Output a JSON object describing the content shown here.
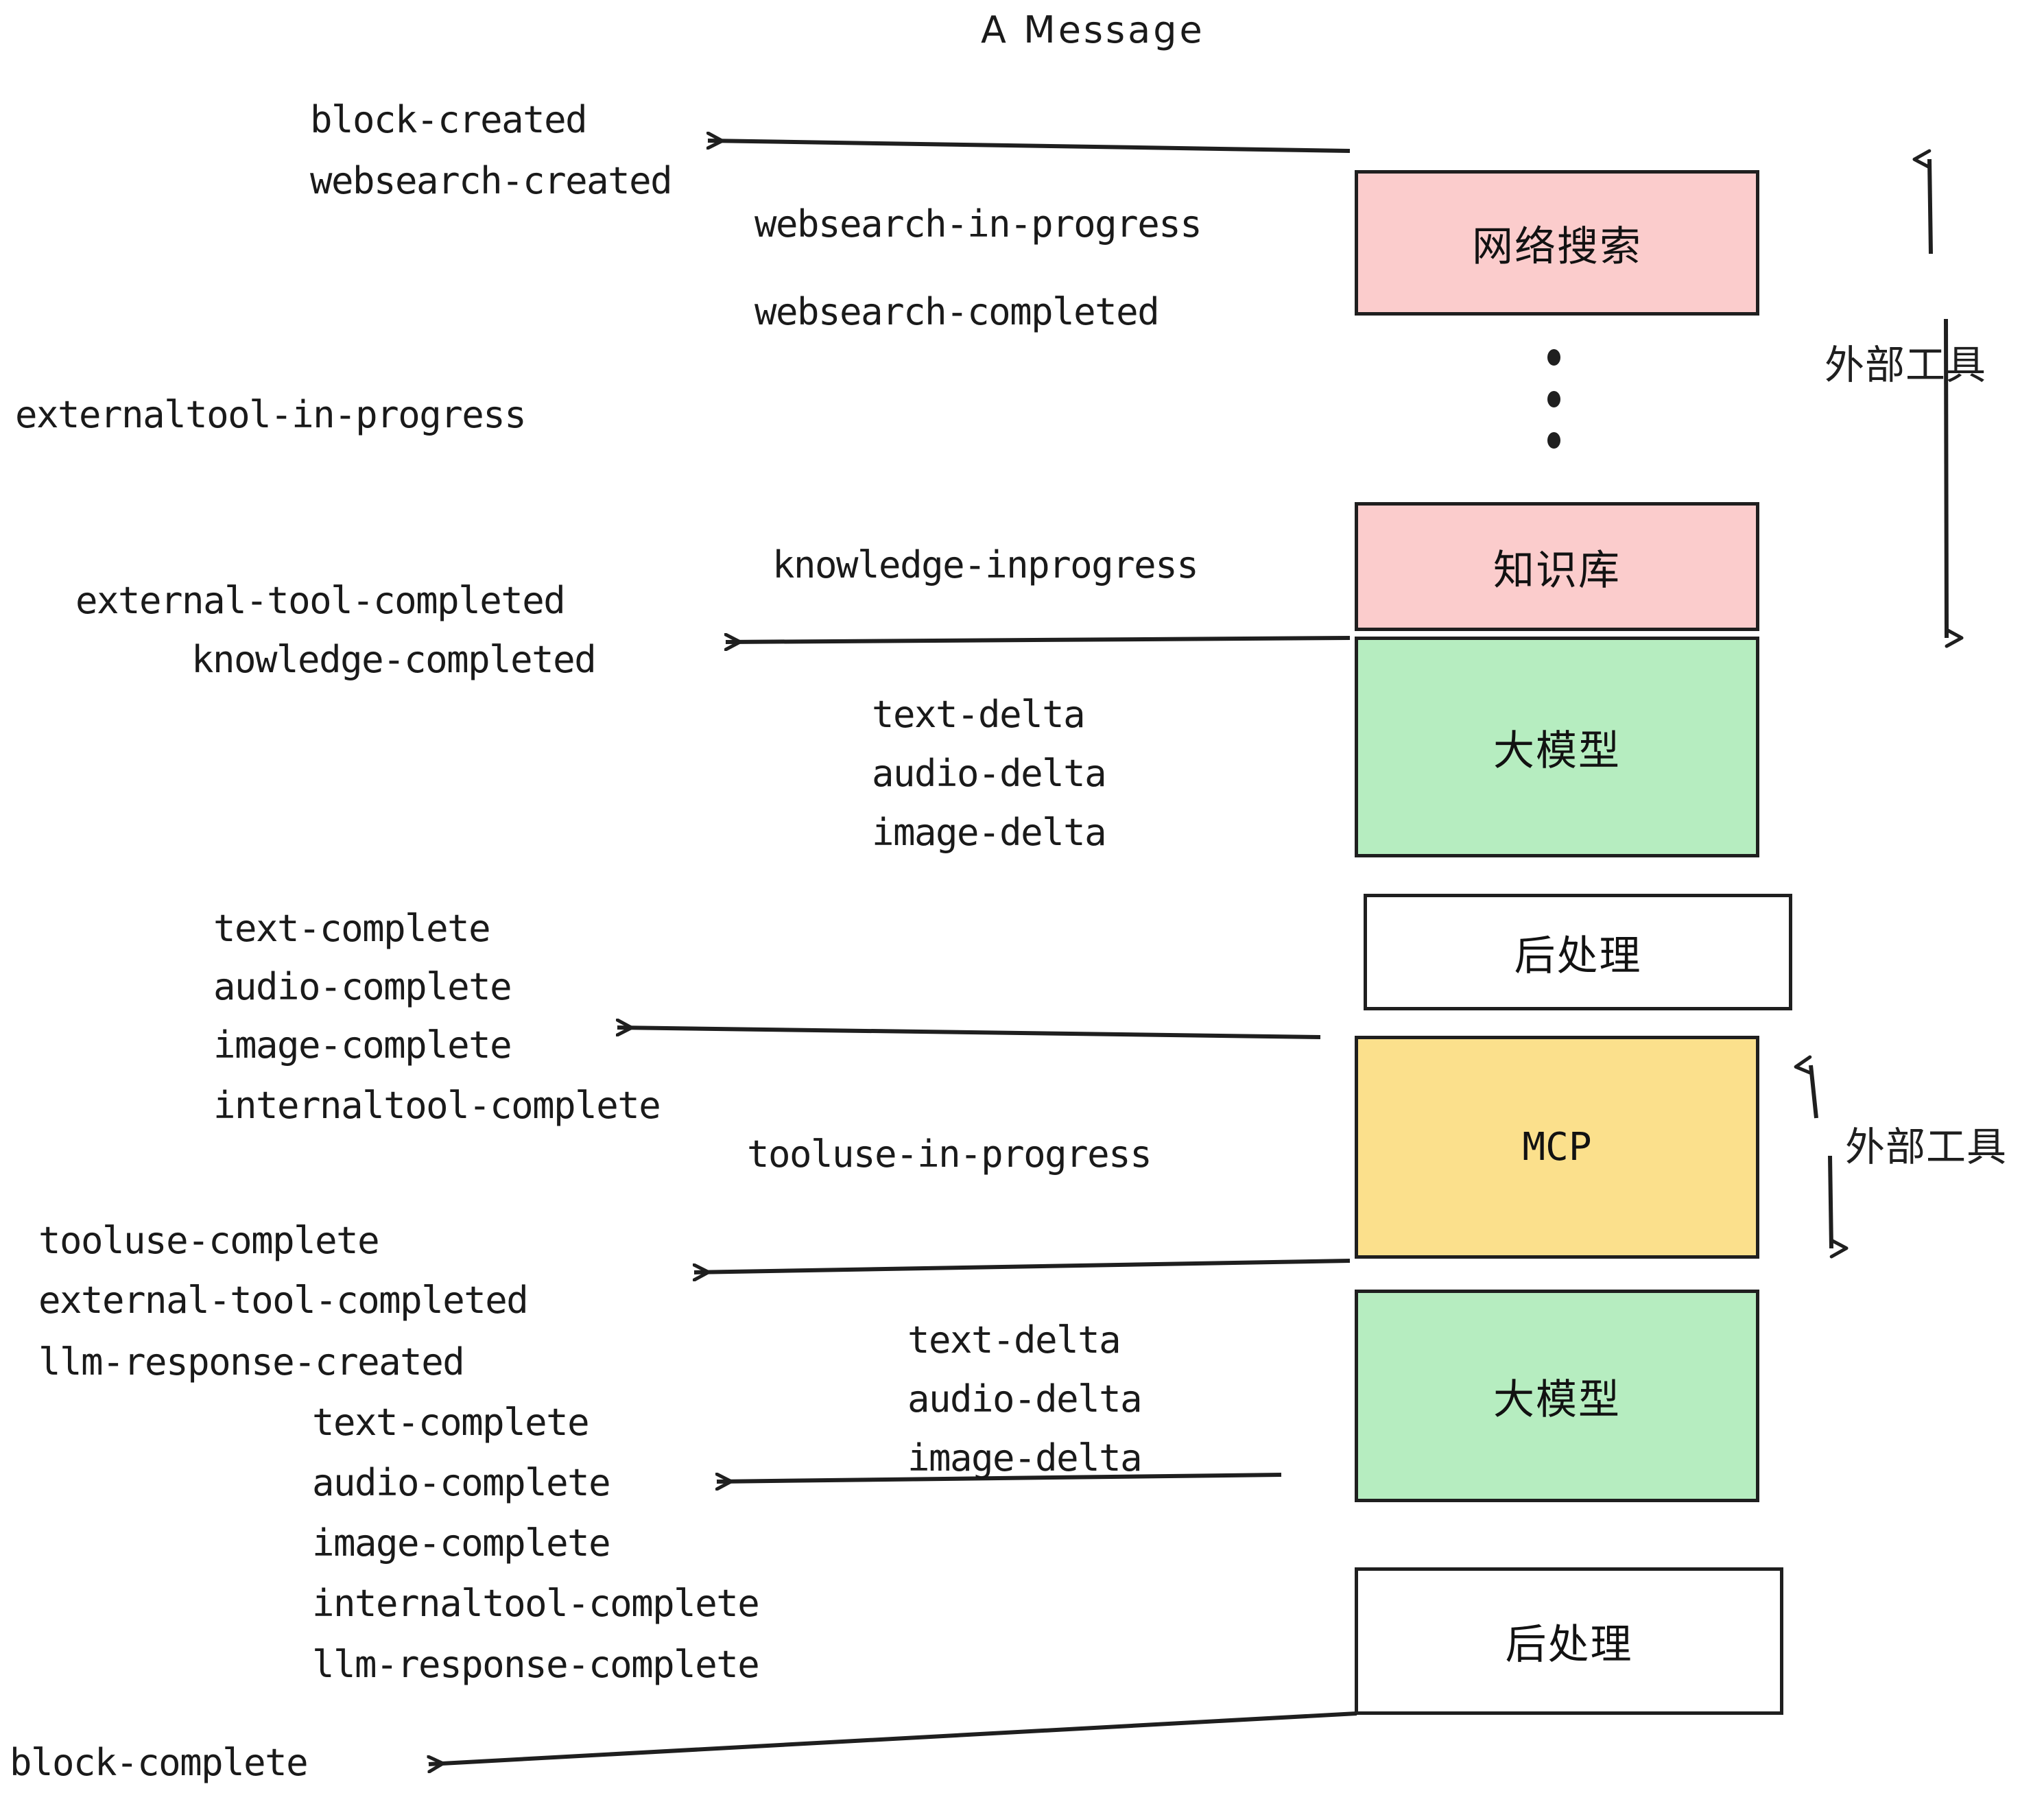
{
  "title": "A Message",
  "colors": {
    "pink": "#FBCCCC",
    "green": "#B6EDC0",
    "yellow": "#FBE08C",
    "white": "#FFFFFF",
    "stroke": "#1F1F1F",
    "text": "#1A1A1A"
  },
  "boxes": [
    {
      "id": "websearch",
      "label": "网络搜索",
      "fill": "pink",
      "mono": false
    },
    {
      "id": "knowledge",
      "label": "知识库",
      "fill": "pink",
      "mono": false
    },
    {
      "id": "llm-top",
      "label": "大模型",
      "fill": "green",
      "mono": false
    },
    {
      "id": "postprocess-top",
      "label": "后处理",
      "fill": "white",
      "mono": false
    },
    {
      "id": "mcp",
      "label": "MCP",
      "fill": "yellow",
      "mono": true
    },
    {
      "id": "llm-bottom",
      "label": "大模型",
      "fill": "green",
      "mono": false
    },
    {
      "id": "postprocess-bottom",
      "label": "后处理",
      "fill": "white",
      "mono": false
    }
  ],
  "brackets": [
    {
      "id": "external-tools-top",
      "label": "外部工具"
    },
    {
      "id": "external-tools-bottom",
      "label": "外部工具"
    }
  ],
  "events": [
    {
      "id": "block-created",
      "text": "block-created"
    },
    {
      "id": "websearch-created",
      "text": "websearch-created"
    },
    {
      "id": "websearch-in-progress",
      "text": "websearch-in-progress"
    },
    {
      "id": "websearch-completed",
      "text": "websearch-completed"
    },
    {
      "id": "externaltool-in-progress",
      "text": "externaltool-in-progress"
    },
    {
      "id": "knowledge-inprogress",
      "text": "knowledge-inprogress"
    },
    {
      "id": "external-tool-completed-1",
      "text": "external-tool-completed"
    },
    {
      "id": "knowledge-completed",
      "text": "knowledge-completed"
    },
    {
      "id": "text-delta-1",
      "text": "text-delta"
    },
    {
      "id": "audio-delta-1",
      "text": "audio-delta"
    },
    {
      "id": "image-delta-1",
      "text": "image-delta"
    },
    {
      "id": "text-complete-1",
      "text": "text-complete"
    },
    {
      "id": "audio-complete-1",
      "text": "audio-complete"
    },
    {
      "id": "image-complete-1",
      "text": "image-complete"
    },
    {
      "id": "internaltool-complete-1",
      "text": "internaltool-complete"
    },
    {
      "id": "tooluse-in-progress",
      "text": "tooluse-in-progress"
    },
    {
      "id": "tooluse-complete",
      "text": "tooluse-complete"
    },
    {
      "id": "external-tool-completed-2",
      "text": "external-tool-completed"
    },
    {
      "id": "llm-response-created",
      "text": "llm-response-created"
    },
    {
      "id": "text-delta-2",
      "text": "text-delta"
    },
    {
      "id": "audio-delta-2",
      "text": "audio-delta"
    },
    {
      "id": "image-delta-2",
      "text": "image-delta"
    },
    {
      "id": "text-complete-2",
      "text": "text-complete"
    },
    {
      "id": "audio-complete-2",
      "text": "audio-complete"
    },
    {
      "id": "image-complete-2",
      "text": "image-complete"
    },
    {
      "id": "internaltool-complete-2",
      "text": "internaltool-complete"
    },
    {
      "id": "llm-response-complete",
      "text": "llm-response-complete"
    },
    {
      "id": "block-complete",
      "text": "block-complete"
    }
  ],
  "ellipsis_dots": 3
}
